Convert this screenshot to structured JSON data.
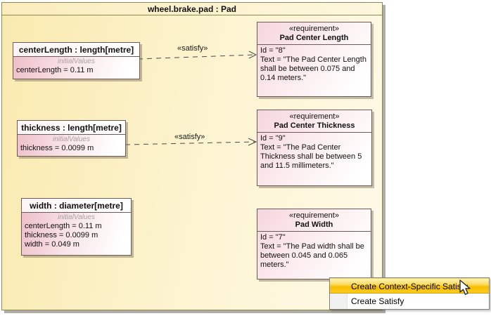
{
  "frame": {
    "title": "wheel.brake.pad : Pad"
  },
  "value_boxes": [
    {
      "header": "centerLength : length[metre]",
      "compartment_label": "initialValues",
      "values": [
        "centerLength = 0.11 m"
      ]
    },
    {
      "header": "thickness : length[metre]",
      "compartment_label": "initialValues",
      "values": [
        "thickness = 0.0099 m"
      ]
    },
    {
      "header": "width : diameter[metre]",
      "compartment_label": "initialValues",
      "values": [
        "centerLength = 0.11 m",
        "thickness = 0.0099 m",
        "width = 0.049 m"
      ]
    }
  ],
  "requirements": [
    {
      "stereotype": "«requirement»",
      "name": "Pad Center Length",
      "id_line": "Id = \"8\"",
      "text_line": "Text = \"The Pad Center Length shall be between 0.075 and 0.14 meters.\""
    },
    {
      "stereotype": "«requirement»",
      "name": "Pad Center Thickness",
      "id_line": "Id = \"9\"",
      "text_line": "Text = \"The Pad Center Thickness shall be between 5 and 11.5 millimeters.\""
    },
    {
      "stereotype": "«requirement»",
      "name": "Pad Width",
      "id_line": "Id = \"7\"",
      "text_line": "Text = \"The Pad width shall be between 0.045 and 0.065 meters.\""
    }
  ],
  "connectors": [
    {
      "label": "«satisfy»"
    },
    {
      "label": "«satisfy»"
    }
  ],
  "context_menu": {
    "items": [
      {
        "label": "Create Context-Specific Satisfy",
        "highlighted": true
      },
      {
        "label": "Create Satisfy",
        "highlighted": false
      }
    ]
  },
  "colors": {
    "diagram_bg": "#fbefc2",
    "frame_border": "#8c8852",
    "box_border": "#6e5a5a",
    "value_box_fill": "#efc0c9",
    "requirement_fill": "#f5d6de",
    "menu_highlight": "#f9c713",
    "menu_bg": "#ffffff"
  }
}
